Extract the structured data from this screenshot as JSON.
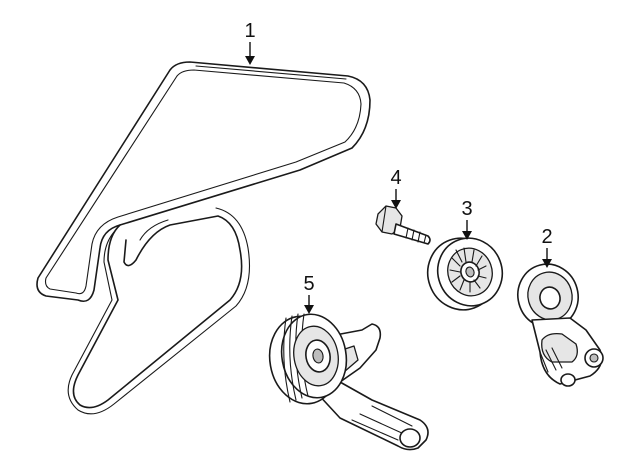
{
  "diagram": {
    "callouts": [
      {
        "id": "belt",
        "label": "1"
      },
      {
        "id": "tensioner",
        "label": "2"
      },
      {
        "id": "idler-pulley",
        "label": "3"
      },
      {
        "id": "bolt",
        "label": "4"
      },
      {
        "id": "tensioner-pulley-assembly",
        "label": "5"
      }
    ]
  }
}
